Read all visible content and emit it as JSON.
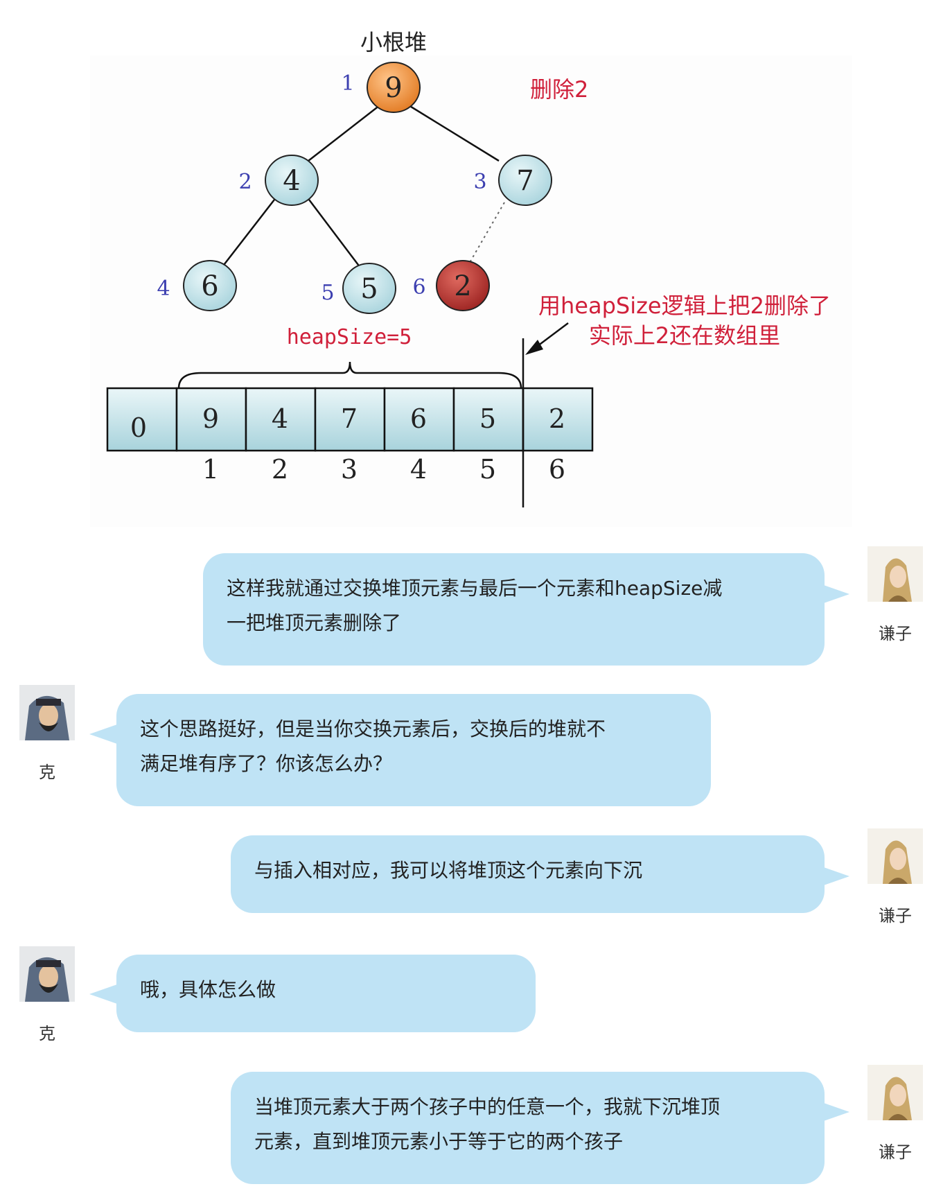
{
  "diagram": {
    "title": "小根堆",
    "delete_label": "删除2",
    "heap_size_label": "heapSize=5",
    "note_line1": "用heapSize逻辑上把2删除了",
    "note_line2": "实际上2还在数组里",
    "nodes": [
      {
        "value": "9",
        "index": "1",
        "color": "#f0923a"
      },
      {
        "value": "4",
        "index": "2",
        "color": "#bfe4ea"
      },
      {
        "value": "7",
        "index": "3",
        "color": "#bfe4ea"
      },
      {
        "value": "6",
        "index": "4",
        "color": "#bfe4ea"
      },
      {
        "value": "5",
        "index": "5",
        "color": "#bfe4ea"
      },
      {
        "value": "2",
        "index": "6",
        "color": "#b3312f"
      }
    ],
    "array_values": [
      "0",
      "9",
      "4",
      "7",
      "6",
      "5",
      "2"
    ],
    "array_indices": [
      "1",
      "2",
      "3",
      "4",
      "5",
      "6"
    ]
  },
  "chat": [
    {
      "side": "right",
      "name": "谦子",
      "lines": [
        "这样我就通过交换堆顶元素与最后一个元素和heapSize减",
        "一把堆顶元素删除了"
      ]
    },
    {
      "side": "left",
      "name": "克",
      "lines": [
        "这个思路挺好，但是当你交换元素后，交换后的堆就不",
        "满足堆有序了？你该怎么办？"
      ]
    },
    {
      "side": "right",
      "name": "谦子",
      "lines": [
        "与插入相对应，我可以将堆顶这个元素向下沉"
      ]
    },
    {
      "side": "left",
      "name": "克",
      "lines": [
        "哦，具体怎么做"
      ]
    },
    {
      "side": "right",
      "name": "谦子",
      "lines": [
        "当堆顶元素大于两个孩子中的任意一个，我就下沉堆顶",
        "元素，直到堆顶元素小于等于它的两个孩子"
      ]
    }
  ],
  "colors": {
    "bubble": "#bfe3f5",
    "red": "#d0203a",
    "index_blue": "#3c3fb0"
  }
}
